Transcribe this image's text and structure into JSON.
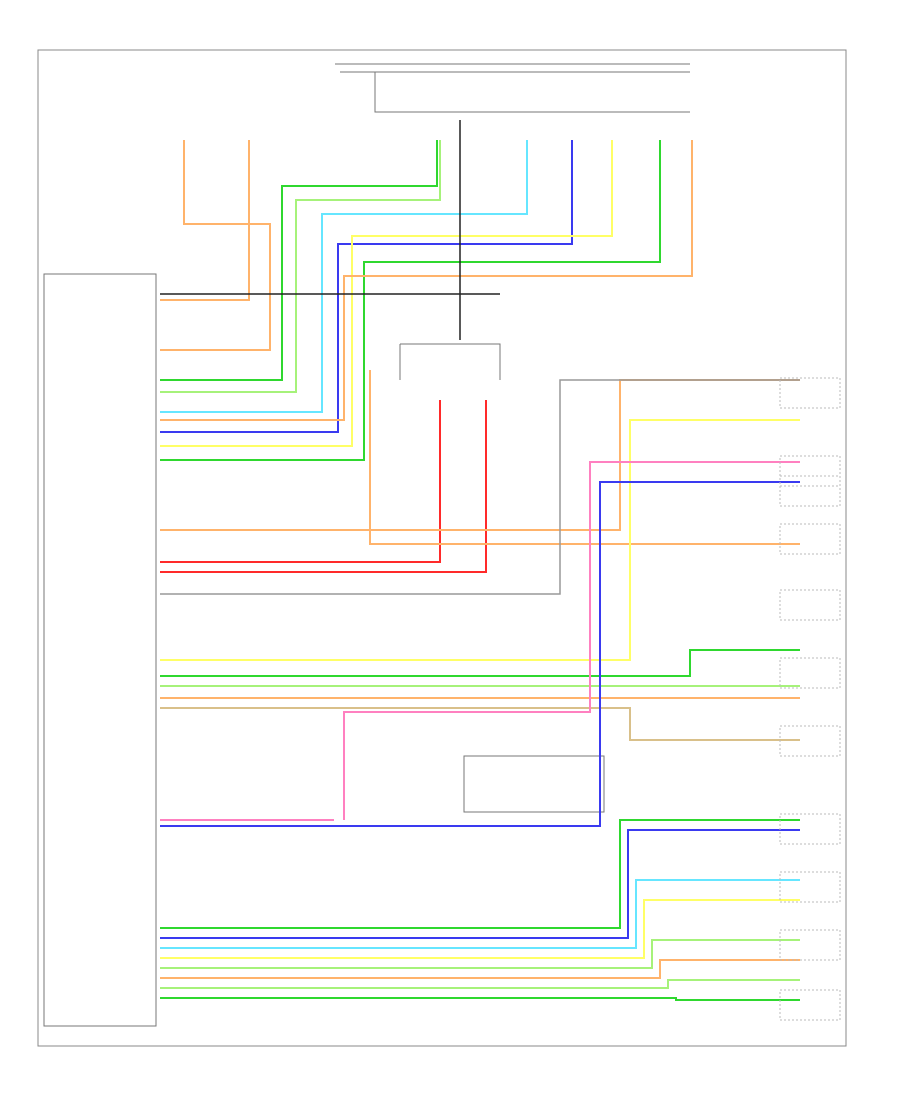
{
  "diagram": {
    "footer_label": "",
    "wire_colors": {
      "orange": "#ffb36b",
      "red": "#ff2a2a",
      "yellow": "#ffff66",
      "green": "#2fd82f",
      "light_green": "#a6f27a",
      "blue": "#3a3af0",
      "light_blue": "#66e6ff",
      "pink": "#ff80c0",
      "gray": "#999999",
      "black": "#222222",
      "tan": "#d9c08a",
      "dark_green": "#1a9a1a"
    },
    "components": [
      {
        "id": "main-module",
        "name": ""
      },
      {
        "id": "top-switch-assembly",
        "name": ""
      },
      {
        "id": "center-relay",
        "name": ""
      },
      {
        "id": "lumbar-switch",
        "name": ""
      },
      {
        "id": "right-connector-1",
        "name": ""
      },
      {
        "id": "right-connector-2",
        "name": ""
      }
    ]
  }
}
